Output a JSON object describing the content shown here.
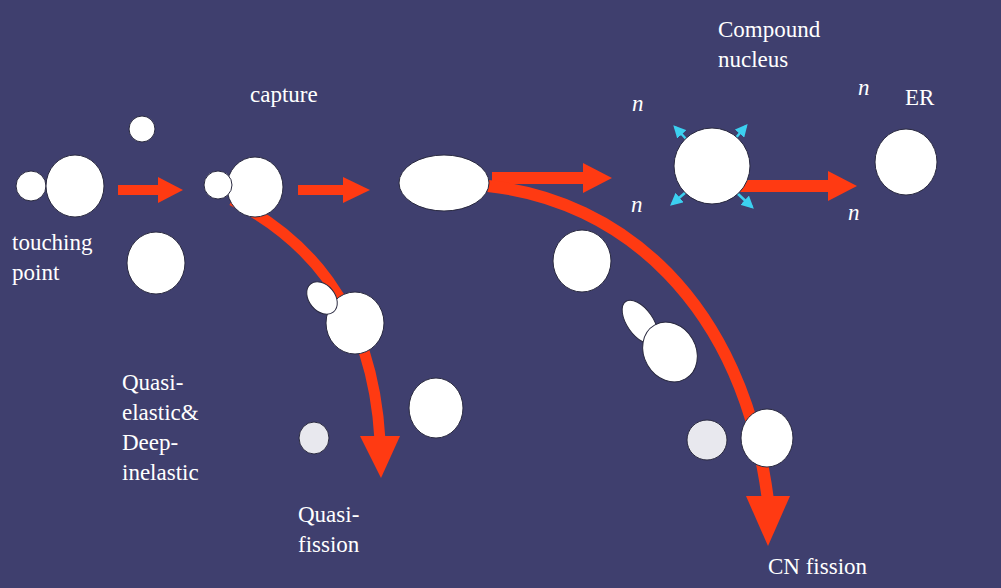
{
  "diagram": {
    "labels": [
      "Compound nucleus",
      "capture",
      "n",
      "n",
      "ER",
      "n",
      "n",
      "touching point",
      "Quasi- elastic& Deep- inelastic",
      "Quasi- fission",
      "CN fission"
    ]
  }
}
